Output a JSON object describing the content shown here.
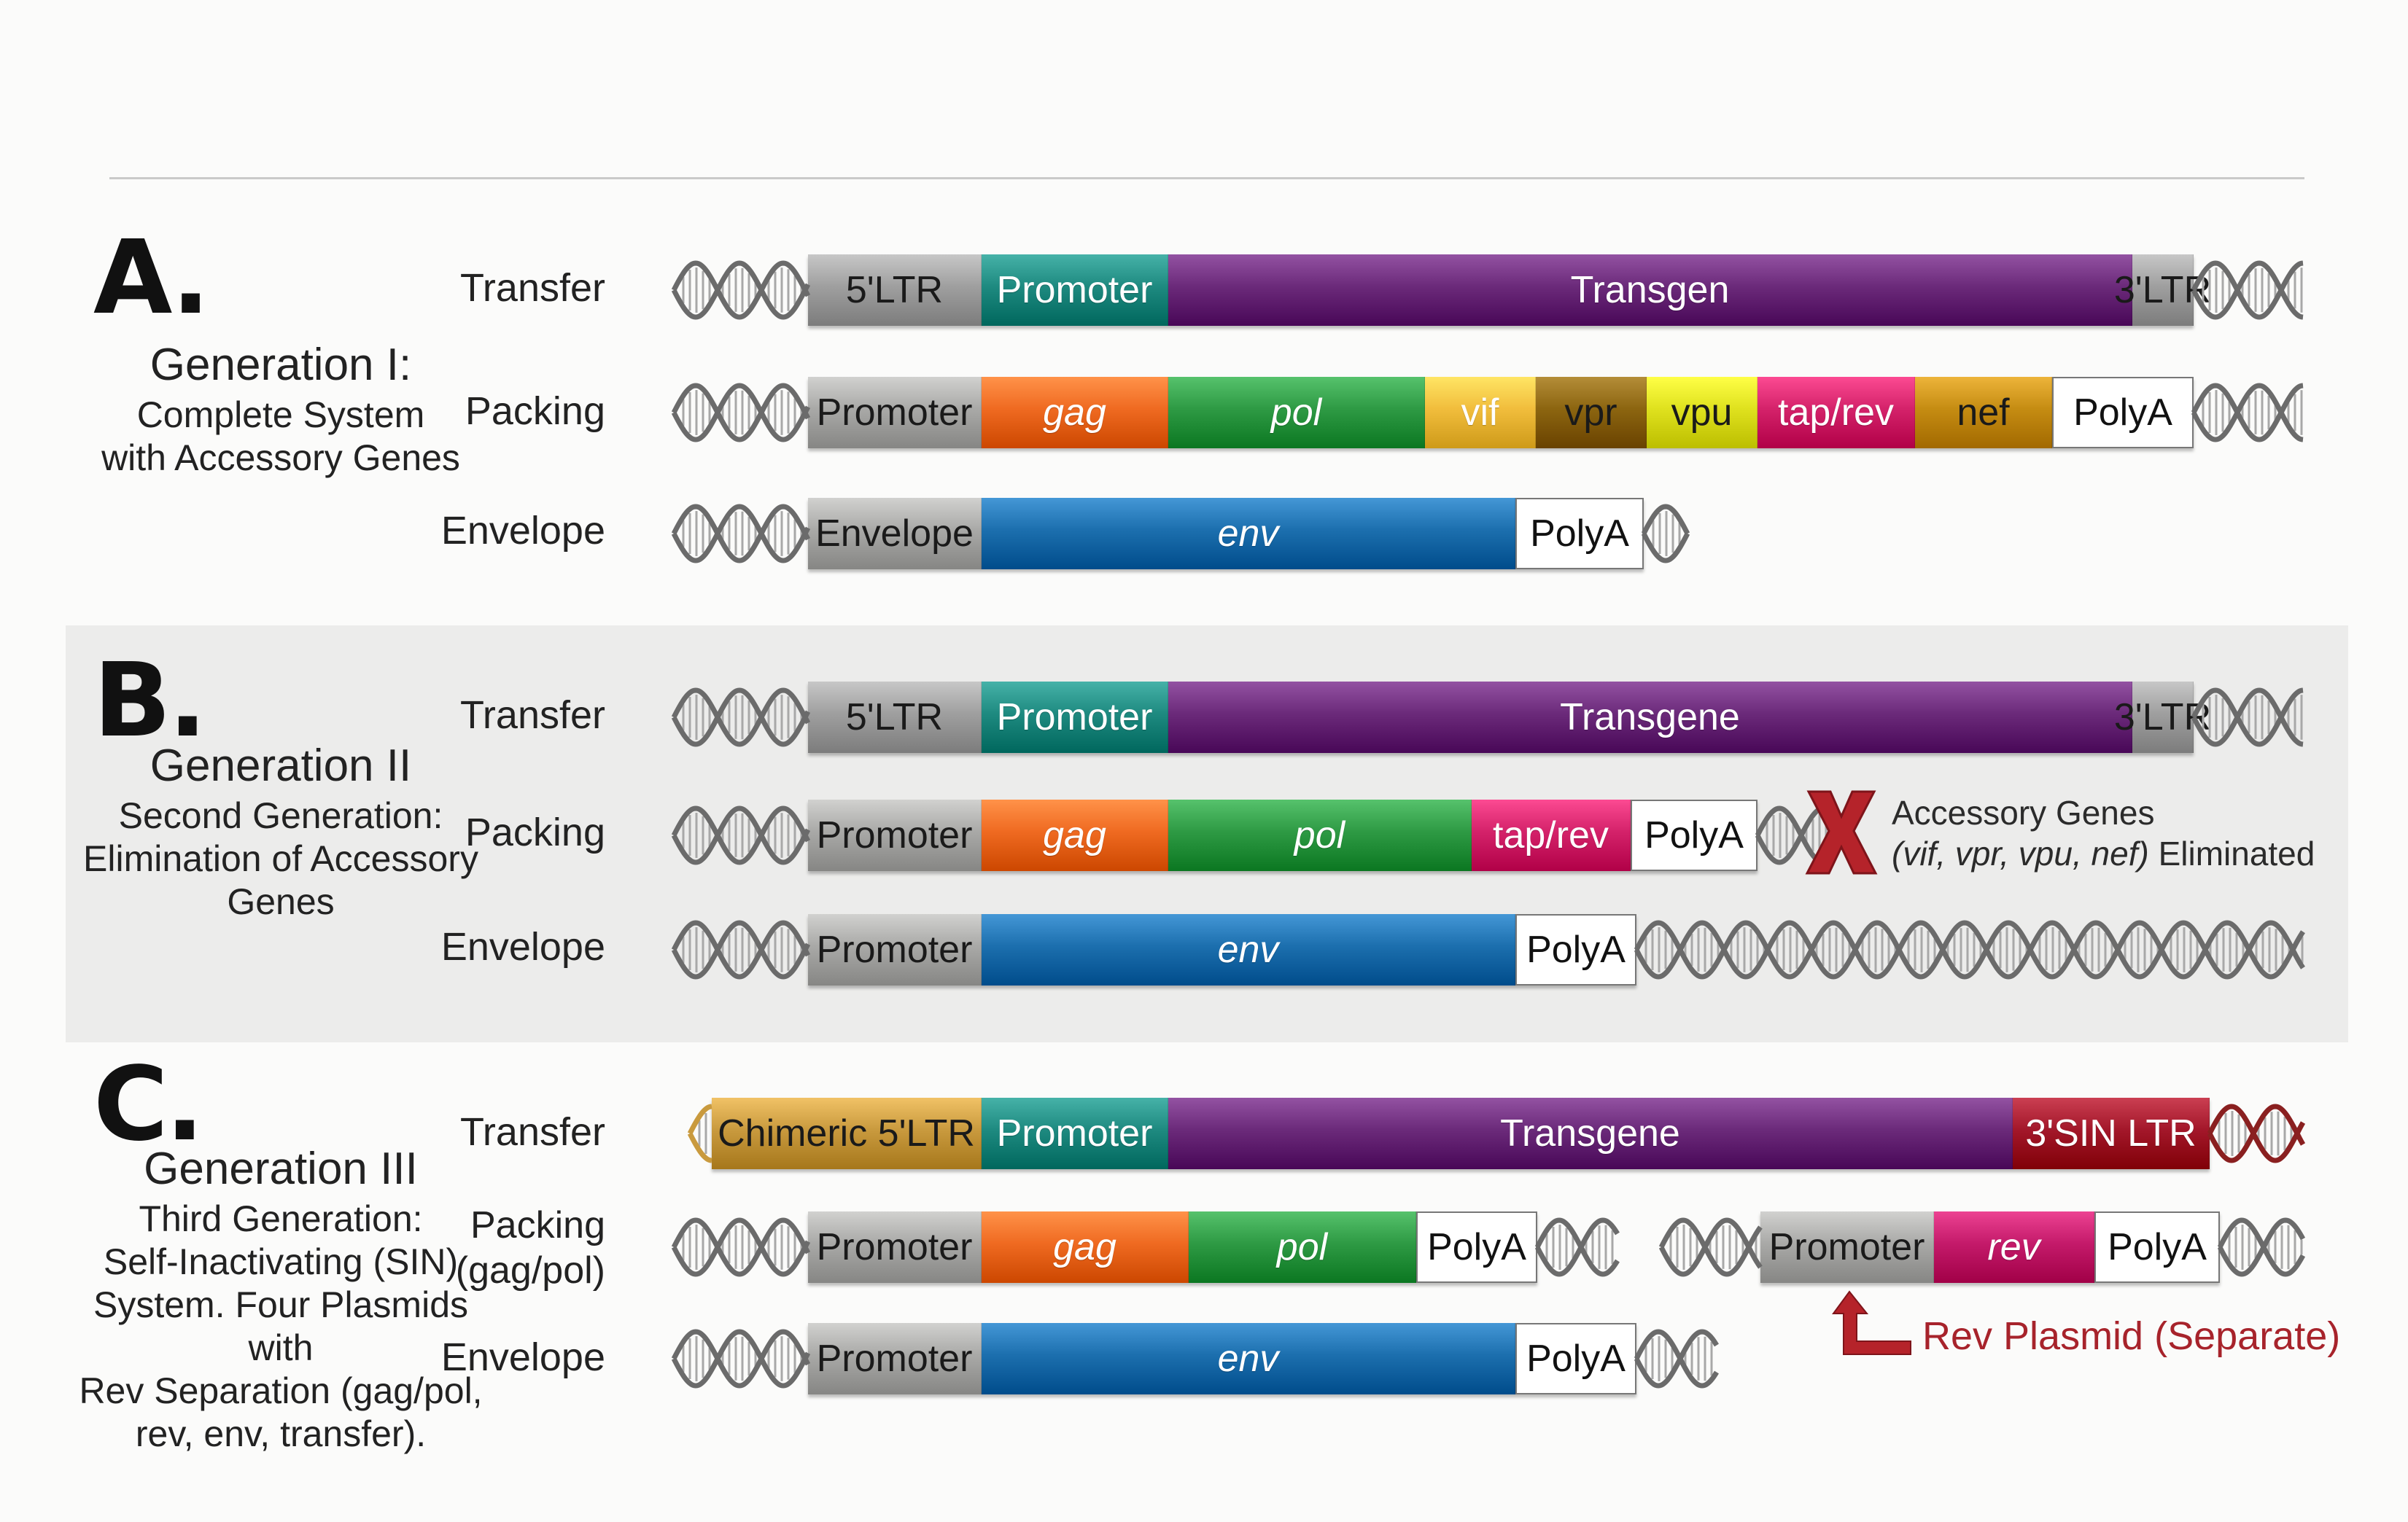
{
  "sections": [
    {
      "letter": "A.",
      "title": "Generation I:",
      "desc": [
        "Complete System",
        "with Accessory Genes"
      ],
      "rows": [
        {
          "label": "Transfer",
          "segments": [
            {
              "text": "5'LTR",
              "color": "#9f9f9f",
              "style": "dark"
            },
            {
              "text": "Promoter",
              "color": "#1e8a80"
            },
            {
              "text": "Transgen",
              "color": "#6b2a7a"
            },
            {
              "text": "3'LTR",
              "color": "#9f9f9f",
              "style": "dark"
            }
          ]
        },
        {
          "label": "Packing",
          "segments": [
            {
              "text": "Promoter",
              "color": "#a9a9a7",
              "style": "dark"
            },
            {
              "text": "gag",
              "color": "#ef6a21",
              "style": "italic"
            },
            {
              "text": "pol",
              "color": "#2e9a44",
              "style": "italic"
            },
            {
              "text": "vif",
              "color": "#f1bd3c"
            },
            {
              "text": "vpr",
              "color": "#8c6510",
              "style": "dark"
            },
            {
              "text": "vpu",
              "color": "#dfe11e",
              "style": "dark"
            },
            {
              "text": "tap/rev",
              "color": "#d4226a"
            },
            {
              "text": "nef",
              "color": "#c58c12",
              "style": "dark"
            },
            {
              "text": "PolyA",
              "color": "#ffffff",
              "style": "white"
            }
          ]
        },
        {
          "label": "Envelope",
          "segments": [
            {
              "text": "Envelope",
              "color": "#a9a9a7",
              "style": "dark"
            },
            {
              "text": "env",
              "color": "#1c6fae",
              "style": "italic"
            },
            {
              "text": "PolyA",
              "color": "#ffffff",
              "style": "white"
            }
          ]
        }
      ]
    },
    {
      "letter": "B.",
      "title": "Generation II",
      "desc": [
        "Second Generation:",
        "Elimination of Accessory",
        "Genes"
      ],
      "note": {
        "line1": "Accessory Genes",
        "line2_italic": "(vif, vpr, vpu, nef)",
        "line2_rest": " Eliminated"
      },
      "rows": [
        {
          "label": "Transfer",
          "segments": [
            {
              "text": "5'LTR",
              "color": "#9f9f9f",
              "style": "dark"
            },
            {
              "text": "Promoter",
              "color": "#1e8a80"
            },
            {
              "text": "Transgene",
              "color": "#6b2a7a"
            },
            {
              "text": "3'LTR",
              "color": "#9f9f9f",
              "style": "dark"
            }
          ]
        },
        {
          "label": "Packing",
          "segments": [
            {
              "text": "Promoter",
              "color": "#a9a9a7",
              "style": "dark"
            },
            {
              "text": "gag",
              "color": "#ef6a21",
              "style": "italic"
            },
            {
              "text": "pol",
              "color": "#2e9a44",
              "style": "italic"
            },
            {
              "text": "tap/rev",
              "color": "#d4226a"
            },
            {
              "text": "PolyA",
              "color": "#ffffff",
              "style": "white"
            }
          ]
        },
        {
          "label": "Envelope",
          "segments": [
            {
              "text": "Promoter",
              "color": "#a9a9a7",
              "style": "dark"
            },
            {
              "text": "env",
              "color": "#1c6fae",
              "style": "italic"
            },
            {
              "text": "PolyA",
              "color": "#ffffff",
              "style": "white"
            }
          ]
        }
      ]
    },
    {
      "letter": "C.",
      "title": "Generation III",
      "desc": [
        "Third Generation:",
        "Self-Inactivating (SIN)",
        "System. Four Plasmids with",
        "Rev Separation (gag/pol,",
        "rev, env, transfer)."
      ],
      "rev_note": "Rev Plasmid (Separate)",
      "rows": [
        {
          "label": "Transfer",
          "segments": [
            {
              "text": "Chimeric 5'LTR",
              "color": "#c99a3e",
              "style": "dark"
            },
            {
              "text": "Promoter",
              "color": "#1e8a80"
            },
            {
              "text": "Transgene",
              "color": "#6b2a7a"
            },
            {
              "text": "3'SIN LTR",
              "color": "#a3172a"
            }
          ]
        },
        {
          "label": "Packing",
          "label2": "(gag/pol)",
          "segments": [
            {
              "text": "Promoter",
              "color": "#a9a9a7",
              "style": "dark"
            },
            {
              "text": "gag",
              "color": "#ef6a21",
              "style": "italic"
            },
            {
              "text": "pol",
              "color": "#2e9a44",
              "style": "italic"
            },
            {
              "text": "PolyA",
              "color": "#ffffff",
              "style": "white"
            }
          ]
        },
        {
          "label": "Envelope",
          "segments": [
            {
              "text": "Promoter",
              "color": "#a9a9a7",
              "style": "dark"
            },
            {
              "text": "env",
              "color": "#1c6fae",
              "style": "italic"
            },
            {
              "text": "PolyA",
              "color": "#ffffff",
              "style": "white"
            }
          ]
        },
        {
          "label": "",
          "segments": [
            {
              "text": "Promoter",
              "color": "#a9a9a7",
              "style": "dark"
            },
            {
              "text": "rev",
              "color": "#c41a6a",
              "style": "italic"
            },
            {
              "text": "PolyA",
              "color": "#ffffff",
              "style": "white"
            }
          ]
        }
      ]
    }
  ]
}
